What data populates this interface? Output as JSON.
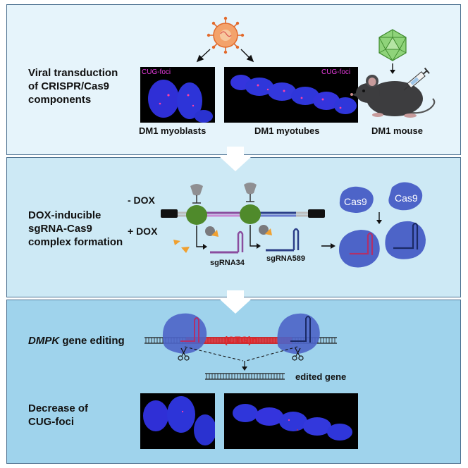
{
  "panel1": {
    "step_line1": "Viral transduction",
    "step_line2": "of CRISPR/Cas9",
    "step_line3": "components",
    "foci_label_a": "CUG-foci",
    "foci_label_b": "CUG-foci",
    "myoblasts": "DM1 myoblasts",
    "myotubes": "DM1 myotubes",
    "mouse": "DM1 mouse"
  },
  "panel2": {
    "step_line1": "DOX-inducible",
    "step_line2": "sgRNA-Cas9",
    "step_line3": "complex formation",
    "minus_dox": "- DOX",
    "plus_dox": "+ DOX",
    "sgrna_a": "sgRNA34",
    "sgrna_b": "sgRNA589",
    "cas9_a": "Cas9",
    "cas9_b": "Cas9"
  },
  "panel3": {
    "gene_italic": "DMPK",
    "gene_rest": " gene editing",
    "repeat": "(CTG)n",
    "edited": "edited gene",
    "decrease_line1": "Decrease of",
    "decrease_line2": "CUG-foci"
  },
  "colors": {
    "panel1_bg": "#e6f4fb",
    "panel2_bg": "#cde9f5",
    "panel3_bg": "#9fd3ec",
    "nucleus": "#3a3fe0",
    "foci": "#e8308c",
    "cas9": "#4d64c8",
    "promoter": "#4f8a2b",
    "repeat_red": "#e0262a"
  }
}
